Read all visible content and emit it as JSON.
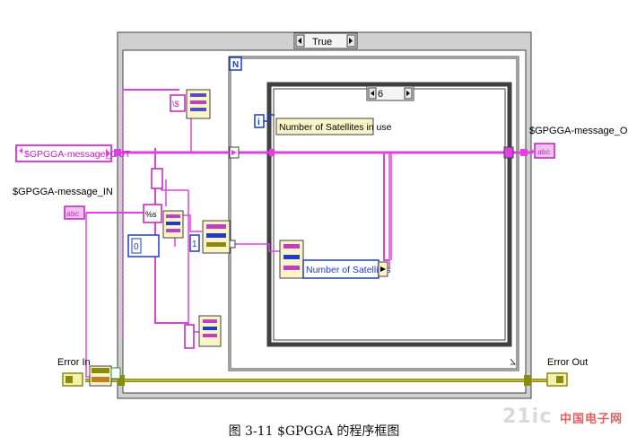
{
  "case_selector": "True",
  "loop_count_label": "N",
  "sequence_frame": "6",
  "iteration_terminal": "i",
  "indicator_in_use": "Number of Satellites in use",
  "indicator_satellites": "Number of Satellites",
  "string_constant_s": "\\$",
  "format_string": "%s",
  "numeric_constant_zero": "0",
  "numeric_constant_one": "1",
  "input_terminal": "$GPGGA-message_IN",
  "output_terminal": "$GPGGA-message_OUT",
  "left_output_label": "$GPGGA-message_OUT",
  "error_in": "Error In",
  "error_out": "Error Out",
  "caption": "图 3-11 $GPGGA 的程序框图",
  "watermark": "21ic",
  "watermark_sub": "中国电子网",
  "colors": {
    "string_wire": "#e040e0",
    "error_wire": "#8a8a10",
    "int_wire": "#2040c0",
    "frame": "#404040",
    "node_fill": "#fbf4c8"
  }
}
